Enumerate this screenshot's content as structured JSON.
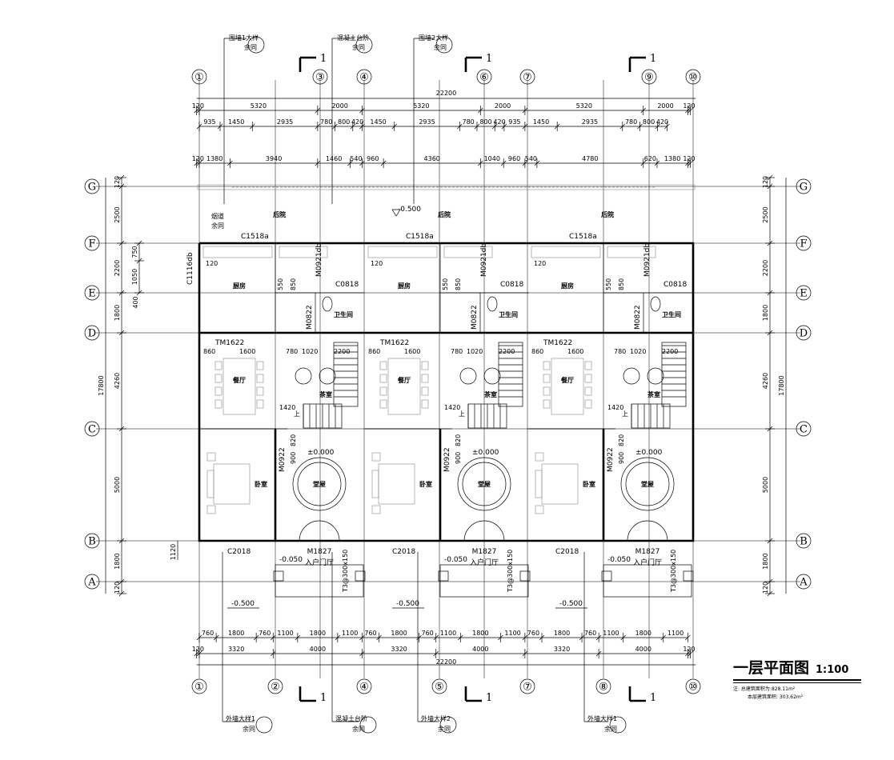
{
  "axes_top": [
    "①",
    "③",
    "④",
    "⑥",
    "⑦",
    "⑨",
    "⑩"
  ],
  "axes_bottom": [
    "①",
    "②",
    "④",
    "⑤",
    "⑦",
    "⑧",
    "⑩"
  ],
  "axes_side": [
    "G",
    "F",
    "E",
    "D",
    "C",
    "B",
    "A"
  ],
  "dims": {
    "top_total": "22200",
    "top_row1": [
      "120",
      "5320",
      "2000",
      "5320",
      "2000",
      "5320",
      "2000",
      "120"
    ],
    "top_row2": [
      "935",
      "1450",
      "2935",
      "780",
      "800",
      "420",
      "1450",
      "2935",
      "780",
      "800",
      "420",
      "935",
      "1450",
      "2935",
      "780",
      "800",
      "420"
    ],
    "top_row3": [
      "120",
      "1380",
      "3940",
      "1460",
      "540",
      "960",
      "4360",
      "1040",
      "960",
      "540",
      "4780",
      "620",
      "1380",
      "120"
    ],
    "bottom_row1": [
      "760",
      "1800",
      "760",
      "1100",
      "1800",
      "1100",
      "760",
      "1800",
      "760",
      "1100",
      "1800",
      "1100",
      "760",
      "1800",
      "760",
      "1100",
      "1800",
      "1100"
    ],
    "bottom_row2": [
      "120",
      "3320",
      "4000",
      "3320",
      "4000",
      "3320",
      "4000",
      "120"
    ],
    "bottom_total": "22200",
    "left_col1": [
      "120",
      "2500",
      "2200",
      "1800",
      "4260",
      "5000",
      "1800",
      "120"
    ],
    "left_total": "17800",
    "left_sub": [
      "750",
      "1050"
    ],
    "left_misc": [
      "400",
      "1120"
    ],
    "right_col1": [
      "120",
      "2500",
      "2200",
      "1800",
      "4260",
      "5000",
      "1800",
      "120"
    ],
    "right_total": "17800"
  },
  "section_marks": [
    "1",
    "1",
    "1",
    "1",
    "1",
    "1"
  ],
  "callouts_top": [
    {
      "text": "围墙1大样",
      "sub": "余同"
    },
    {
      "text": "混凝土台阶",
      "sub": "余同"
    },
    {
      "text": "围墙2大样",
      "sub": "余同"
    }
  ],
  "callouts_bottom": [
    {
      "text": "外墙大样1",
      "sub": "余同"
    },
    {
      "text": "混凝土台阶",
      "sub": "余同"
    },
    {
      "text": "外墙大样2",
      "sub": "余同"
    },
    {
      "text": "外墙大样1",
      "sub": "余同"
    }
  ],
  "elevations": {
    "rear_yard": "-0.500",
    "floor": "±0.000",
    "entry": "-0.050",
    "outdoor": "-0.500"
  },
  "unit": {
    "rooms": {
      "rear_yard": "后院",
      "kitchen": "厨房",
      "bathroom": "卫生间",
      "dining": "餐厅",
      "tea_room": "茶室",
      "bedroom": "卧室",
      "hall": "堂屋",
      "entry": "入户门厅"
    },
    "openings": {
      "window_rear": "C1518a",
      "window_kitchen": "C0818",
      "door_bath": "M0822",
      "door_kitchen": "M0921db",
      "sliding": "TM1622",
      "door_bedroom": "M0922",
      "window_front": "C2018",
      "door_main": "M1827"
    },
    "dims": [
      "1600",
      "860",
      "780",
      "1020",
      "2200",
      "1420",
      "820",
      "900",
      "550",
      "850",
      "120"
    ],
    "vent": "T3@300x150",
    "chimney": "烟道"
  },
  "left_window": "C1116db",
  "chimney_note": "余同",
  "stair_mark": "上",
  "title": {
    "main": "一层平面图",
    "scale": "1:100"
  },
  "notes": {
    "line1": "注: 总建筑面积为:828.11m²",
    "line2": "本层建筑面积: 303.62m²"
  },
  "colors": {
    "line": "#000000",
    "background": "#ffffff"
  }
}
